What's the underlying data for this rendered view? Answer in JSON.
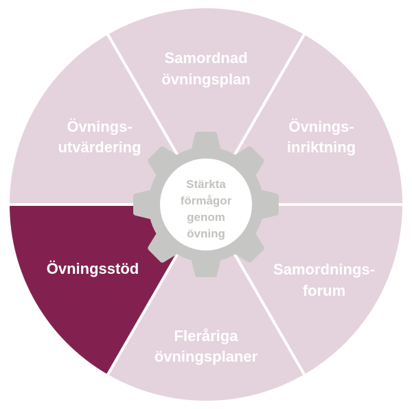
{
  "colors": {
    "segment": "#e4d3dc",
    "highlight": "#82214f",
    "gear": "#c6c7c4",
    "center_text": "#c2c2be"
  },
  "center": {
    "lines": [
      "Stärkta",
      "förmågor",
      "genom",
      "övning"
    ]
  },
  "segments": [
    {
      "id": "samordnad-ovningsplan",
      "lines": [
        "Samordnad",
        "övningsplan"
      ],
      "highlighted": false
    },
    {
      "id": "ovningsinriktning",
      "lines": [
        "Övnings-",
        "inriktning"
      ],
      "highlighted": false
    },
    {
      "id": "samordningsforum",
      "lines": [
        "Samordnings-",
        "forum"
      ],
      "highlighted": false
    },
    {
      "id": "flerariga-ovningsplaner",
      "lines": [
        "Fleråriga",
        "övningsplaner"
      ],
      "highlighted": false
    },
    {
      "id": "ovningsstod",
      "lines": [
        "Övningsstöd"
      ],
      "highlighted": true
    },
    {
      "id": "ovningsutvardering",
      "lines": [
        "Övnings-",
        "utvärdering"
      ],
      "highlighted": false
    }
  ]
}
